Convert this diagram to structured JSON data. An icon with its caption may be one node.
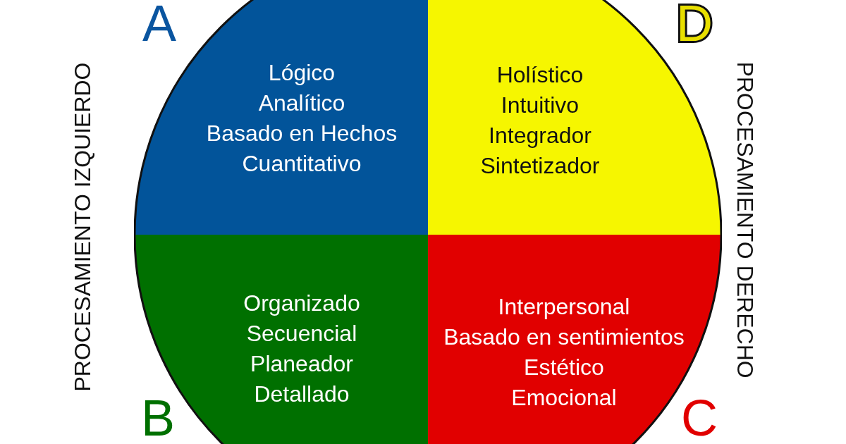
{
  "diagram": {
    "nodes": [
      {
        "text": [
          "Lógico",
          "Analítico",
          "Basado en Hechos",
          "Cuantitativo"
        ]
      },
      {
        "text": [
          "Holístico",
          "Intuitivo",
          "Integrador",
          "Sintetizador"
        ]
      },
      {
        "text": [
          "Organizado",
          "Secuencial",
          "Planeador",
          "Detallado"
        ]
      },
      {
        "text": [
          "Interpersonal",
          "Basado en sentimientos",
          "Estético",
          "Emocional"
        ]
      }
    ],
    "labels": [
      "A",
      "D",
      "PROCESAMIENTO IZQUIERDO",
      "PROCESAMIENTO DERECHO",
      "B",
      "C"
    ]
  }
}
